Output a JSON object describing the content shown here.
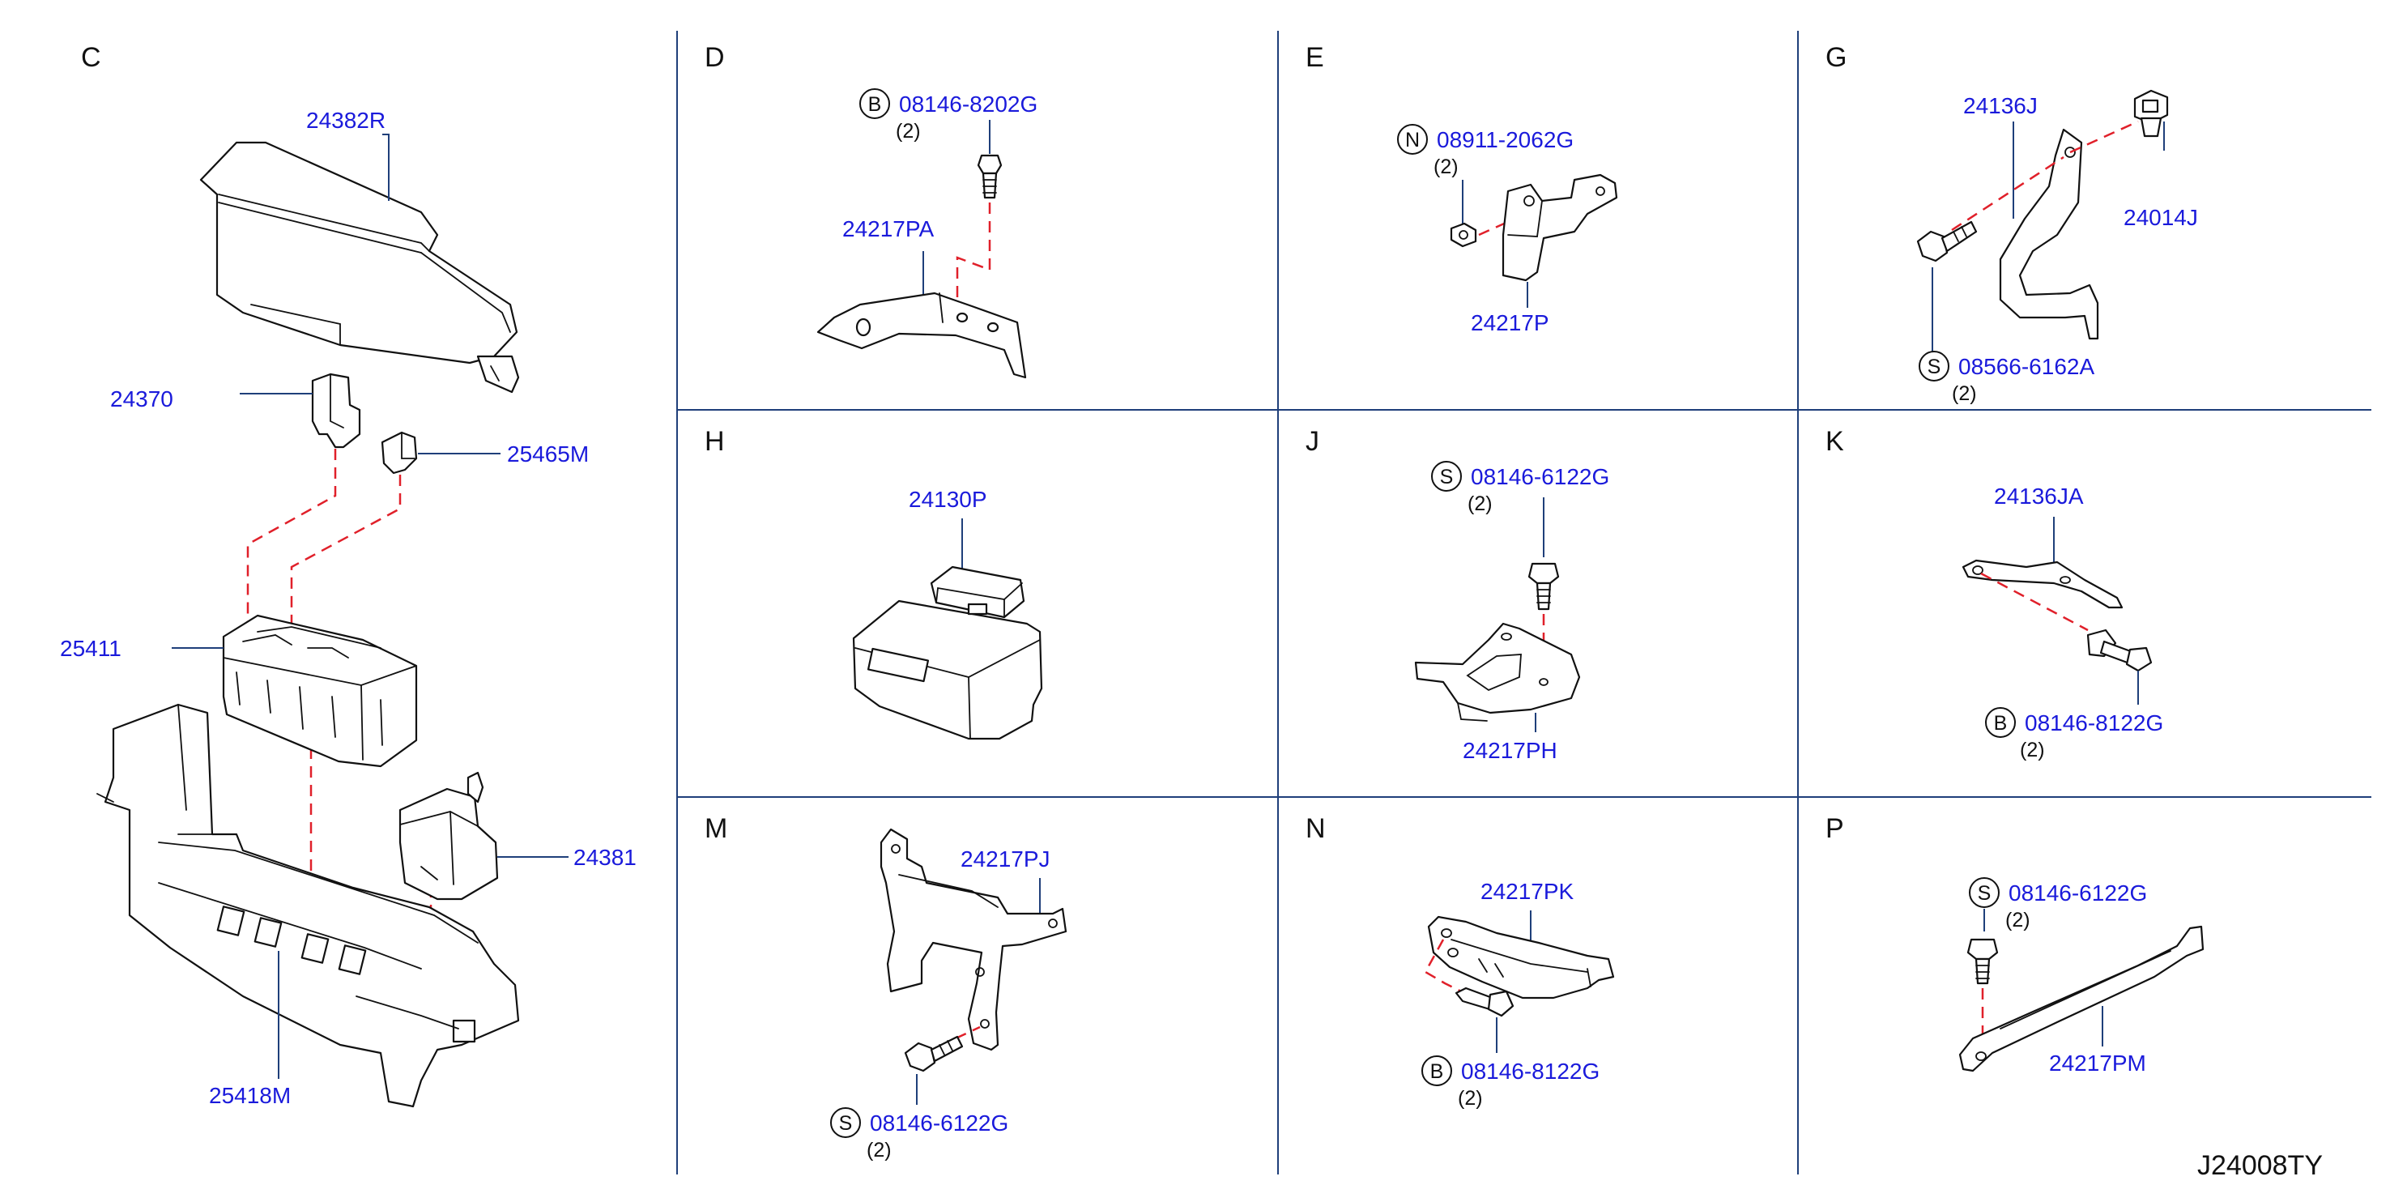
{
  "sections": {
    "C": "C",
    "D": "D",
    "E": "E",
    "G": "G",
    "H": "H",
    "J": "J",
    "K": "K",
    "M": "M",
    "N": "N",
    "P": "P"
  },
  "parts": {
    "c_24382R": "24382R",
    "c_24370": "24370",
    "c_25465M": "25465M",
    "c_25411": "25411",
    "c_24381": "24381",
    "c_25418M": "25418M",
    "d_bolt": "08146-8202G",
    "d_bracket": "24217PA",
    "e_nut": "08911-2062G",
    "e_bracket": "24217P",
    "g_strap": "24136J",
    "g_clip": "24014J",
    "g_screw": "08566-6162A",
    "h_module": "24130P",
    "j_screw": "08146-6122G",
    "j_bracket": "24217PH",
    "k_bracket": "24136JA",
    "k_bolt": "08146-8122G",
    "m_bracket": "24217PJ",
    "m_screw": "08146-6122G",
    "n_bracket": "24217PK",
    "n_bolt": "08146-8122G",
    "p_screw": "08146-6122G",
    "p_bracket": "24217PM"
  },
  "qty": {
    "d": "(2)",
    "e": "(2)",
    "g": "(2)",
    "j": "(2)",
    "k": "(2)",
    "m": "(2)",
    "n": "(2)",
    "p": "(2)"
  },
  "markers": {
    "d": "B",
    "e": "N",
    "g": "S",
    "j": "S",
    "k": "B",
    "m": "S",
    "n": "B",
    "p": "S"
  },
  "diagram_code": "J24008TY",
  "colors": {
    "part_number": "#1a1adb",
    "grid": "#1f3f7a",
    "dashed_leader": "#e0202a",
    "outline": "#111111"
  }
}
